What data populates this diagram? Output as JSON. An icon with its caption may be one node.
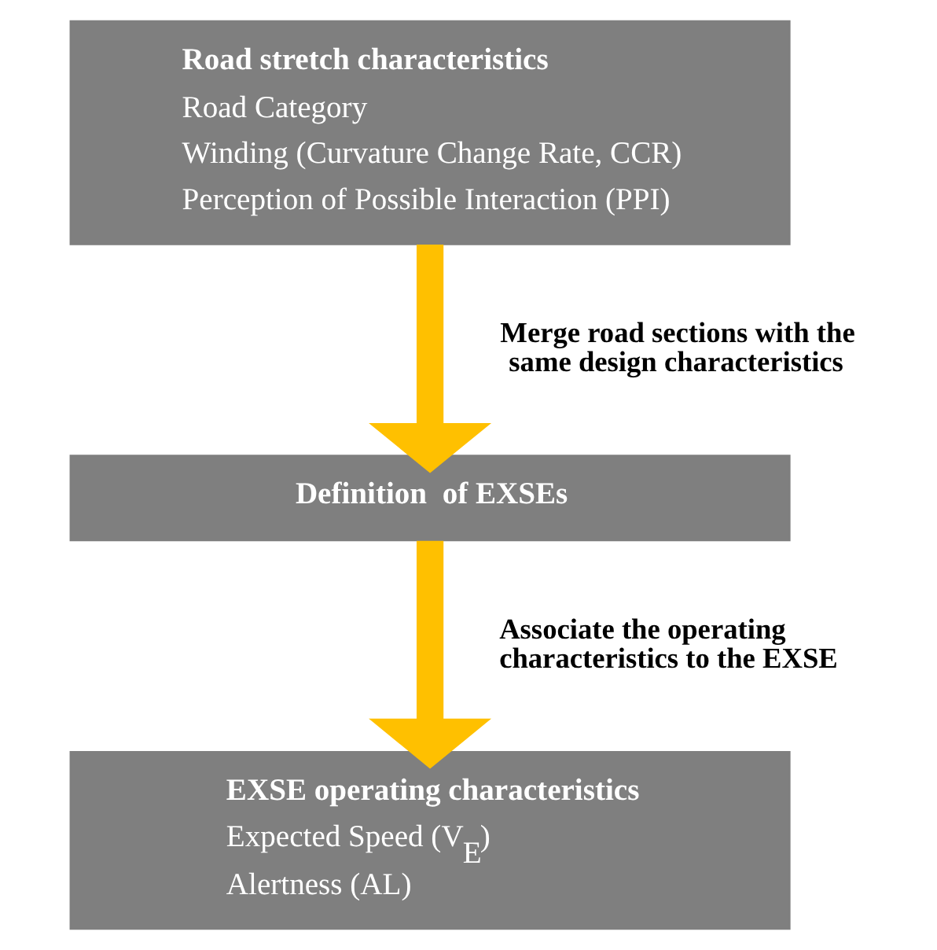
{
  "diagram": {
    "nodes": [
      {
        "text": [
          "Road stretch characteristics",
          "Road Category",
          "Winding (Curvature Change Rate, CCR)",
          "Perception of Possible Interaction (PPI)"
        ]
      },
      {
        "text": [
          "Definition  of EXSEs"
        ]
      },
      {
        "text": [
          "EXSE operating characteristics",
          "Expected Speed (V$_{E}$)",
          "Alertness (AL)"
        ]
      }
    ],
    "edges": [
      {
        "from": 0,
        "to": 1,
        "arrow": "to",
        "label": "Merge road sections with the same design characteristics"
      },
      {
        "from": 1,
        "to": 2,
        "arrow": "to",
        "label": "Associate the operating characteristics to the EXSE"
      }
    ]
  }
}
